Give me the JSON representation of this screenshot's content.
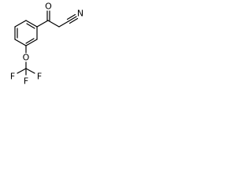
{
  "structure": {
    "atoms": {
      "carbonyl_oxygen": "O",
      "nitrile_nitrogen": "N",
      "ether_oxygen": "O",
      "fluorine_1": "F",
      "fluorine_2": "F",
      "fluorine_3": "F"
    }
  }
}
